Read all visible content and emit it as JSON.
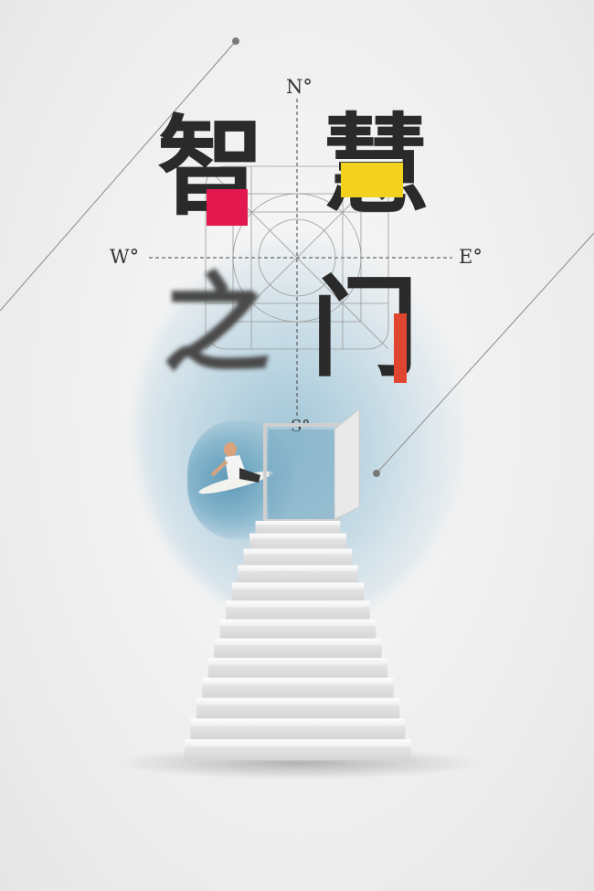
{
  "compass": {
    "north": "N°",
    "south": "S°",
    "west": "W°",
    "east": "E°"
  },
  "title": {
    "char1": "智",
    "char2": "慧",
    "char3": "之",
    "char4": "门"
  },
  "colors": {
    "accent_red": "#e2184f",
    "accent_yellow": "#f2d21c",
    "accent_orange_red": "#e0452f",
    "ink": "#2a2a2a"
  }
}
